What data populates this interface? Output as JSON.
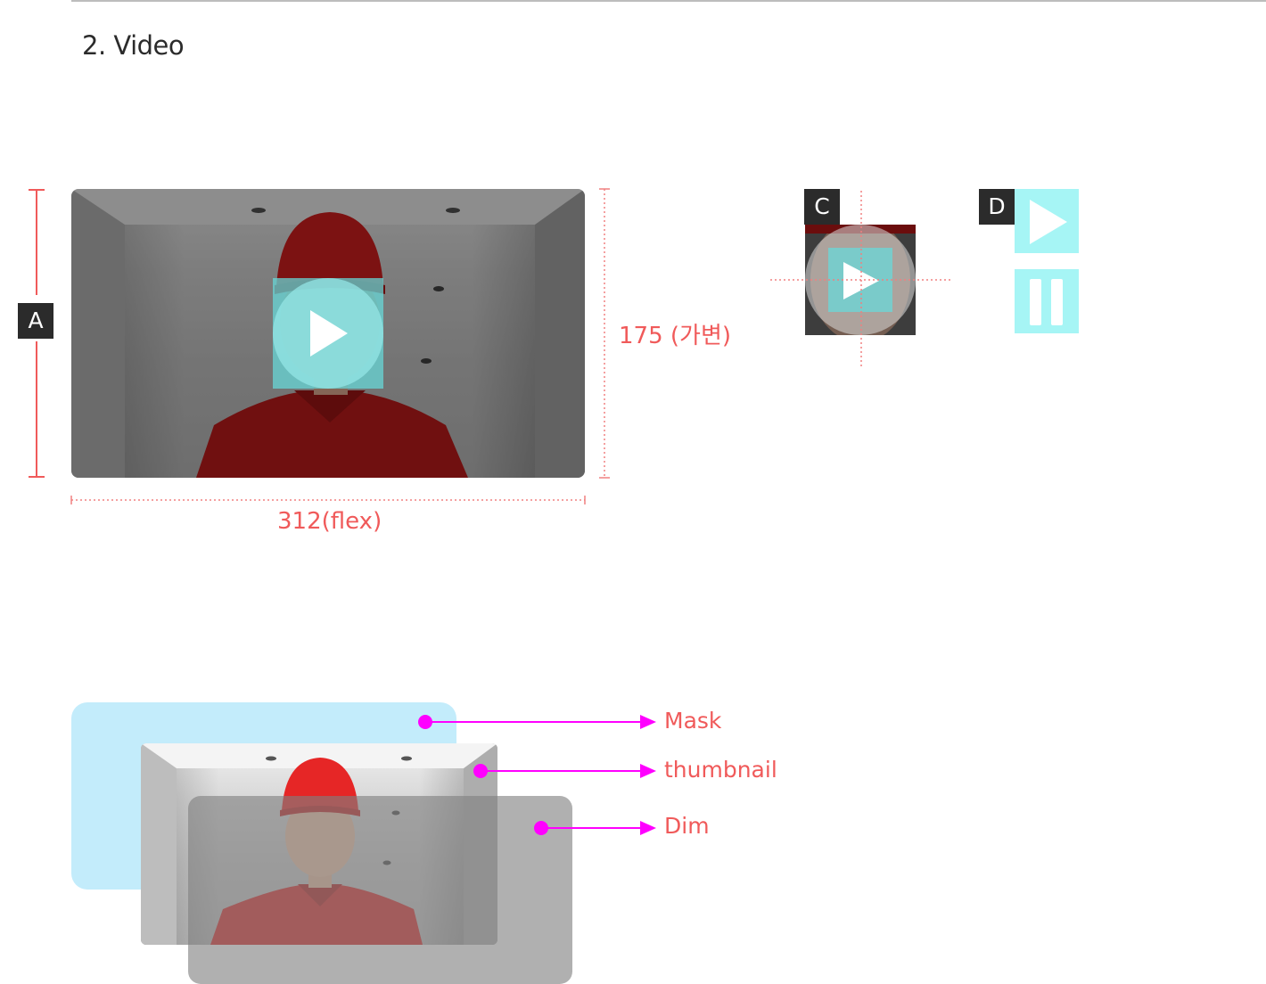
{
  "section": {
    "title": "2. Video"
  },
  "spec": {
    "tags": {
      "a": "A",
      "c": "C",
      "d": "D"
    },
    "height_label": "175 (가변)",
    "width_label": "312(flex)"
  },
  "layers": {
    "mask_label": "Mask",
    "thumbnail_label": "thumbnail",
    "dim_label": "Dim"
  },
  "colors": {
    "annotation": "#f05a5a",
    "leader_line": "#ff00ff",
    "mask": "#c3ecfb",
    "play_button": "#a6f5f5",
    "tag_bg": "#2b2b2b"
  },
  "icons": {
    "play": "play-icon",
    "pause": "pause-icon"
  }
}
